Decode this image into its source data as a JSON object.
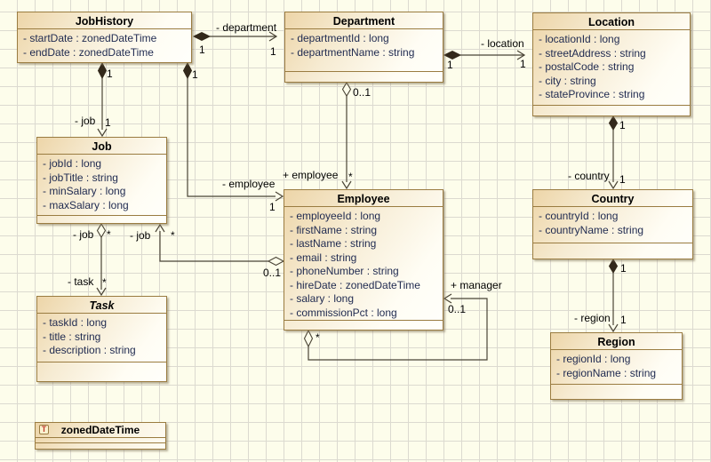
{
  "colors": {
    "canvas_background": "#fdfdeb",
    "grid_line": "#dcdad0",
    "box_border": "#9a7c41",
    "box_fill_start": "#edd5a8",
    "box_fill_end": "#fffffb",
    "attribute_text": "#1f2a50",
    "title_text": "#000000",
    "edge_line": "#4a4436",
    "diamond_fill": "#33291b",
    "type_icon_text": "#c03a2b"
  },
  "classes": {
    "jobhistory": {
      "title": "JobHistory",
      "attributes": [
        "- startDate : zonedDateTime",
        "- endDate : zonedDateTime"
      ]
    },
    "department": {
      "title": "Department",
      "attributes": [
        "- departmentId : long",
        "- departmentName : string"
      ]
    },
    "location": {
      "title": "Location",
      "attributes": [
        "- locationId : long",
        "- streetAddress : string",
        "- postalCode : string",
        "- city : string",
        "- stateProvince : string"
      ]
    },
    "job": {
      "title": "Job",
      "attributes": [
        "- jobId : long",
        "- jobTitle : string",
        "- minSalary : long",
        "- maxSalary : long"
      ]
    },
    "employee": {
      "title": "Employee",
      "attributes": [
        "- employeeId : long",
        "- firstName : string",
        "- lastName : string",
        "- email : string",
        "- phoneNumber : string",
        "- hireDate : zonedDateTime",
        "- salary : long",
        "- commissionPct : long"
      ]
    },
    "country": {
      "title": "Country",
      "attributes": [
        "- countryId : long",
        "- countryName : string"
      ]
    },
    "task": {
      "title": "Task",
      "attributes": [
        "- taskId : long",
        "- title : string",
        "- description : string"
      ]
    },
    "region": {
      "title": "Region",
      "attributes": [
        "- regionId : long",
        "- regionName : string"
      ]
    }
  },
  "datatype": {
    "icon": "T",
    "title": "zonedDateTime"
  },
  "associations": {
    "jobhistory_department": {
      "label": "- department",
      "mult_source": "1",
      "mult_target": "1"
    },
    "jobhistory_job": {
      "label": "- job",
      "mult_source": "1",
      "mult_target": "1"
    },
    "jobhistory_employee": {
      "label": "- employee",
      "mult_source": "1",
      "mult_target": "1"
    },
    "department_location": {
      "label": "- location",
      "mult_source": "1",
      "mult_target": "1"
    },
    "department_employee": {
      "label": "+ employee",
      "mult_source": "0..1",
      "mult_target": "*"
    },
    "location_country": {
      "label": "- country",
      "mult_source": "1",
      "mult_target": "1"
    },
    "country_region": {
      "label": "- region",
      "mult_source": "1",
      "mult_target": "1"
    },
    "job_task": {
      "label_source": "- job",
      "label_target": "- task",
      "mult_source": "*",
      "mult_target": "*"
    },
    "employee_job": {
      "label": "- job",
      "mult_source": "0..1",
      "mult_target": "*"
    },
    "employee_manager": {
      "label": "+ manager",
      "mult_source": "*",
      "mult_target": "0..1"
    }
  }
}
